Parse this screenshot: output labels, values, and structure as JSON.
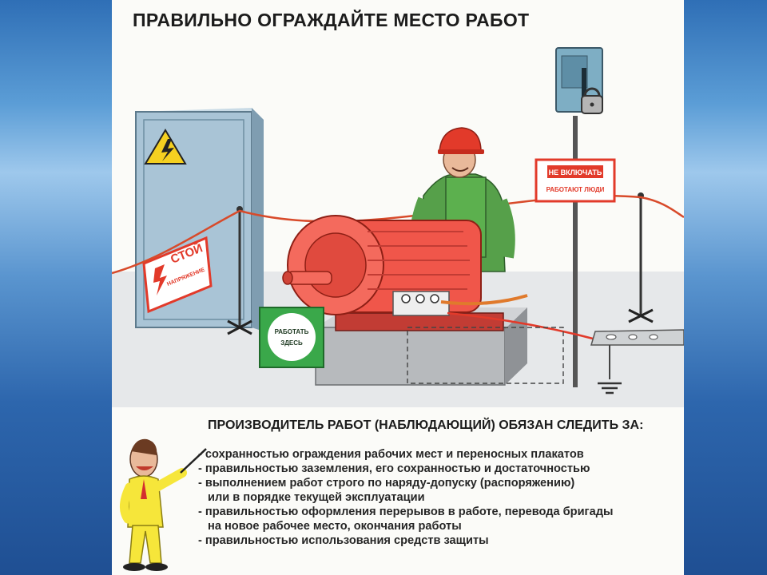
{
  "poster": {
    "title": "ПРАВИЛЬНО ОГРАЖДАЙТЕ МЕСТО РАБОТ",
    "heading": "ПРОИЗВОДИТЕЛЬ РАБОТ (НАБЛЮДАЮЩИЙ) ОБЯЗАН СЛЕДИТЬ ЗА:",
    "duties": [
      "- сохранностью ограждения рабочих мест и переносных плакатов",
      "- правильностью заземления, его сохранностью и достаточностью",
      "- выполнением работ строго по наряду-допуску (распоряжению)",
      "или в порядке текущей эксплуатации",
      "- правильностью оформления перерывов в работе, перевода бригады",
      "на новое рабочее место, окончания работы",
      "- правильностью использования средств защиты"
    ]
  },
  "signs": {
    "stop_line1": "СТОЙ",
    "stop_line2": "НАПРЯЖЕНИЕ",
    "work_line1": "РАБОТАТЬ",
    "work_line2": "ЗДЕСЬ",
    "nonswitch_line1": "НЕ ВКЛЮЧАТЬ",
    "nonswitch_line2": "РАБОТАЮТ ЛЮДИ"
  },
  "colors": {
    "danger_red": "#e23a2a",
    "work_green": "#3aa84a",
    "cabinet_blue": "#a9c4d6",
    "motor_red": "#f0564a",
    "lecturer_yellow": "#f6e63a"
  },
  "icons": [
    "high-voltage-icon",
    "padlock-icon",
    "ground-icon",
    "pointer-icon"
  ]
}
